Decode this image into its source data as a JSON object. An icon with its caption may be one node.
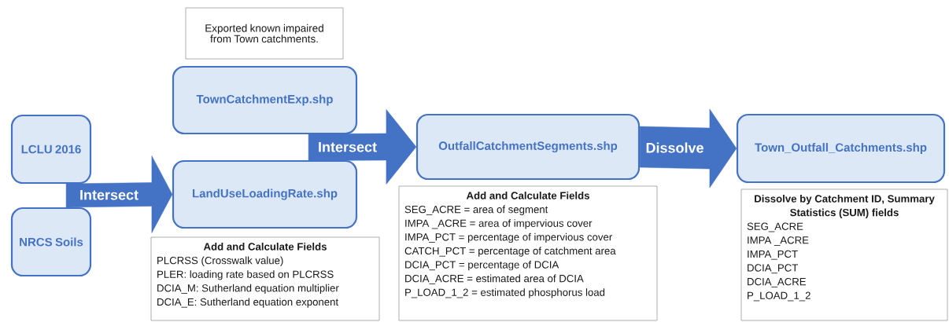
{
  "diagram": {
    "nodes": [
      {
        "text": [
          "LCLU 2016"
        ]
      },
      {
        "text": [
          "NRCS Soils"
        ]
      },
      {
        "text": [
          "Exported known impaired from Town catchments."
        ]
      },
      {
        "text": [
          "TownCatchmentExp.shp"
        ]
      },
      {
        "text": [
          "LandUseLoadingRate.shp"
        ]
      },
      {
        "text": [
          "Add and Calculate Fields",
          "PLCRSS (Crosswalk value)",
          "PLER: loading rate based on PLCRSS",
          "DCIA_M: Sutherland equation multiplier",
          "DCIA_E: Sutherland equation exponent"
        ]
      },
      {
        "text": [
          "OutfallCatchmentSegments.shp"
        ]
      },
      {
        "text": [
          "Add and Calculate Fields",
          "SEG_ACRE = area of segment",
          "IMPA _ACRE = area of impervious cover",
          "IMPA_PCT = percentage of impervious cover",
          "CATCH_PCT = percentage of catchment area",
          "DCIA_PCT = percentage of DCIA",
          "DCIA_ACRE = estimated area of DCIA",
          "P_LOAD_1_2 = estimated phosphorus load"
        ]
      },
      {
        "text": [
          "Town_Outfall_Catchments.shp"
        ]
      },
      {
        "text": [
          "Dissolve by Catchment ID, Summary Statistics (SUM) fields",
          "SEG_ACRE",
          "IMPA _ACRE",
          "IMPA_PCT",
          "DCIA_PCT",
          "DCIA_ACRE",
          "P_LOAD_1_2"
        ]
      }
    ],
    "edges": [
      {
        "from": 0,
        "to": 4,
        "arrow": "to",
        "label": "Intersect"
      },
      {
        "from": 1,
        "to": 4,
        "arrow": "to"
      },
      {
        "from": 3,
        "to": 6,
        "arrow": "to",
        "label": "Intersect"
      },
      {
        "from": 4,
        "to": 6,
        "arrow": "to"
      },
      {
        "from": 6,
        "to": 8,
        "arrow": "to",
        "label": "Dissolve"
      }
    ]
  }
}
